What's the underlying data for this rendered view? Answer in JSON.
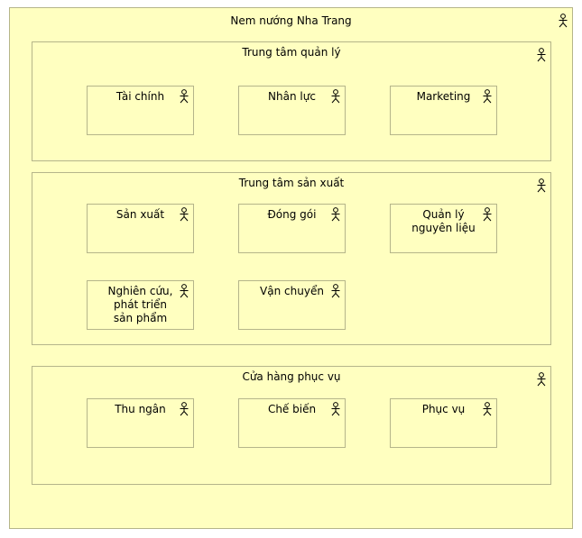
{
  "diagram": {
    "title": "Nem nướng Nha Trang",
    "groups": [
      {
        "title": "Trung tâm quản lý",
        "units": [
          "Tài chính",
          "Nhân lực",
          "Marketing"
        ]
      },
      {
        "title": "Trung tâm sản xuất",
        "units": [
          "Sản xuất",
          "Đóng gói",
          "Quản lý nguyên liệu",
          "Nghiên cứu, phát triển sản phẩm",
          "Vận chuyển"
        ]
      },
      {
        "title": "Cửa hàng phục vụ",
        "units": [
          "Thu ngân",
          "Chế biến",
          "Phục vụ"
        ]
      }
    ],
    "icon": "actor-icon",
    "colors": {
      "fill": "#ffffc0",
      "border": "#b5b58a"
    }
  }
}
